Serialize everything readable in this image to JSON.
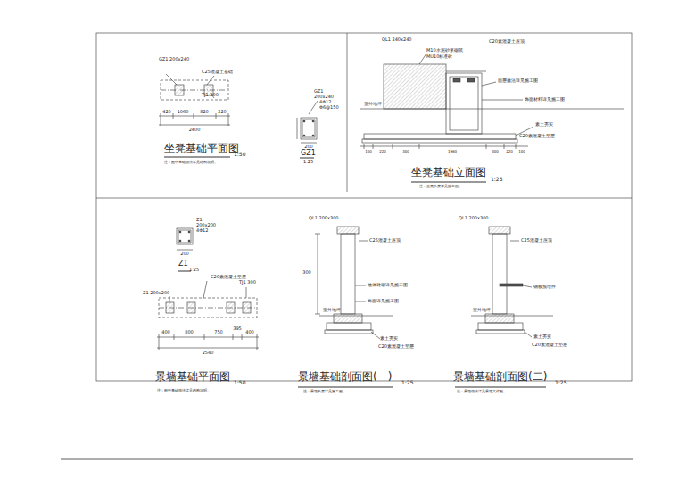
{
  "diagram": {
    "labels": [
      "GZ1 200x240",
      "C25混凝土基础",
      "TJ1 300",
      "420",
      "1060",
      "820",
      "220",
      "2400",
      "坐凳基础平面图",
      "1:50",
      "注：图中基础做法详见结构说明。",
      "GZ1",
      "200x240",
      "4Φ12",
      "Φ6@150",
      "200",
      "GZ1",
      "1:25",
      "QL1 240x240",
      "M10水泥砂浆砌筑",
      "MU10标准砖",
      "C20素混凝土压顶",
      "面层做法详见施工图",
      "饰面材料详见施工图",
      "室外地坪",
      "素土夯实",
      "C20素混凝土垫层",
      "100",
      "220",
      "300",
      "1960",
      "300",
      "220",
      "100",
      "坐凳基础立面图",
      "1:25",
      "注：坐凳长度详见施工图。",
      "Z1",
      "200x200",
      "4Φ12",
      "200",
      "Z1",
      "1:25",
      "Z1 200x200",
      "C20素混凝土垫层",
      "TJ1 300",
      "400",
      "800",
      "750",
      "395",
      "400",
      "2540",
      "景墙基础平面图",
      "1:50",
      "注：图中基础做法详见结构说明。",
      "QL1 200x300",
      "C25混凝土压顶",
      "墙体砖砌详见施工图",
      "饰面详见施工图",
      "室外地坪",
      "素土夯实",
      "C20素混凝土垫层",
      "300",
      "景墙基础剖面图(一)",
      "1:25",
      "注：景墙长度详见施工图。",
      "QL1 200x300",
      "C25混凝土压顶",
      "钢板预埋件",
      "室外地坪",
      "素土夯实",
      "C20素混凝土垫层",
      "景墙基础剖面图(二)",
      "1:25",
      "注：景墙做法详见景墙大样图。"
    ]
  }
}
